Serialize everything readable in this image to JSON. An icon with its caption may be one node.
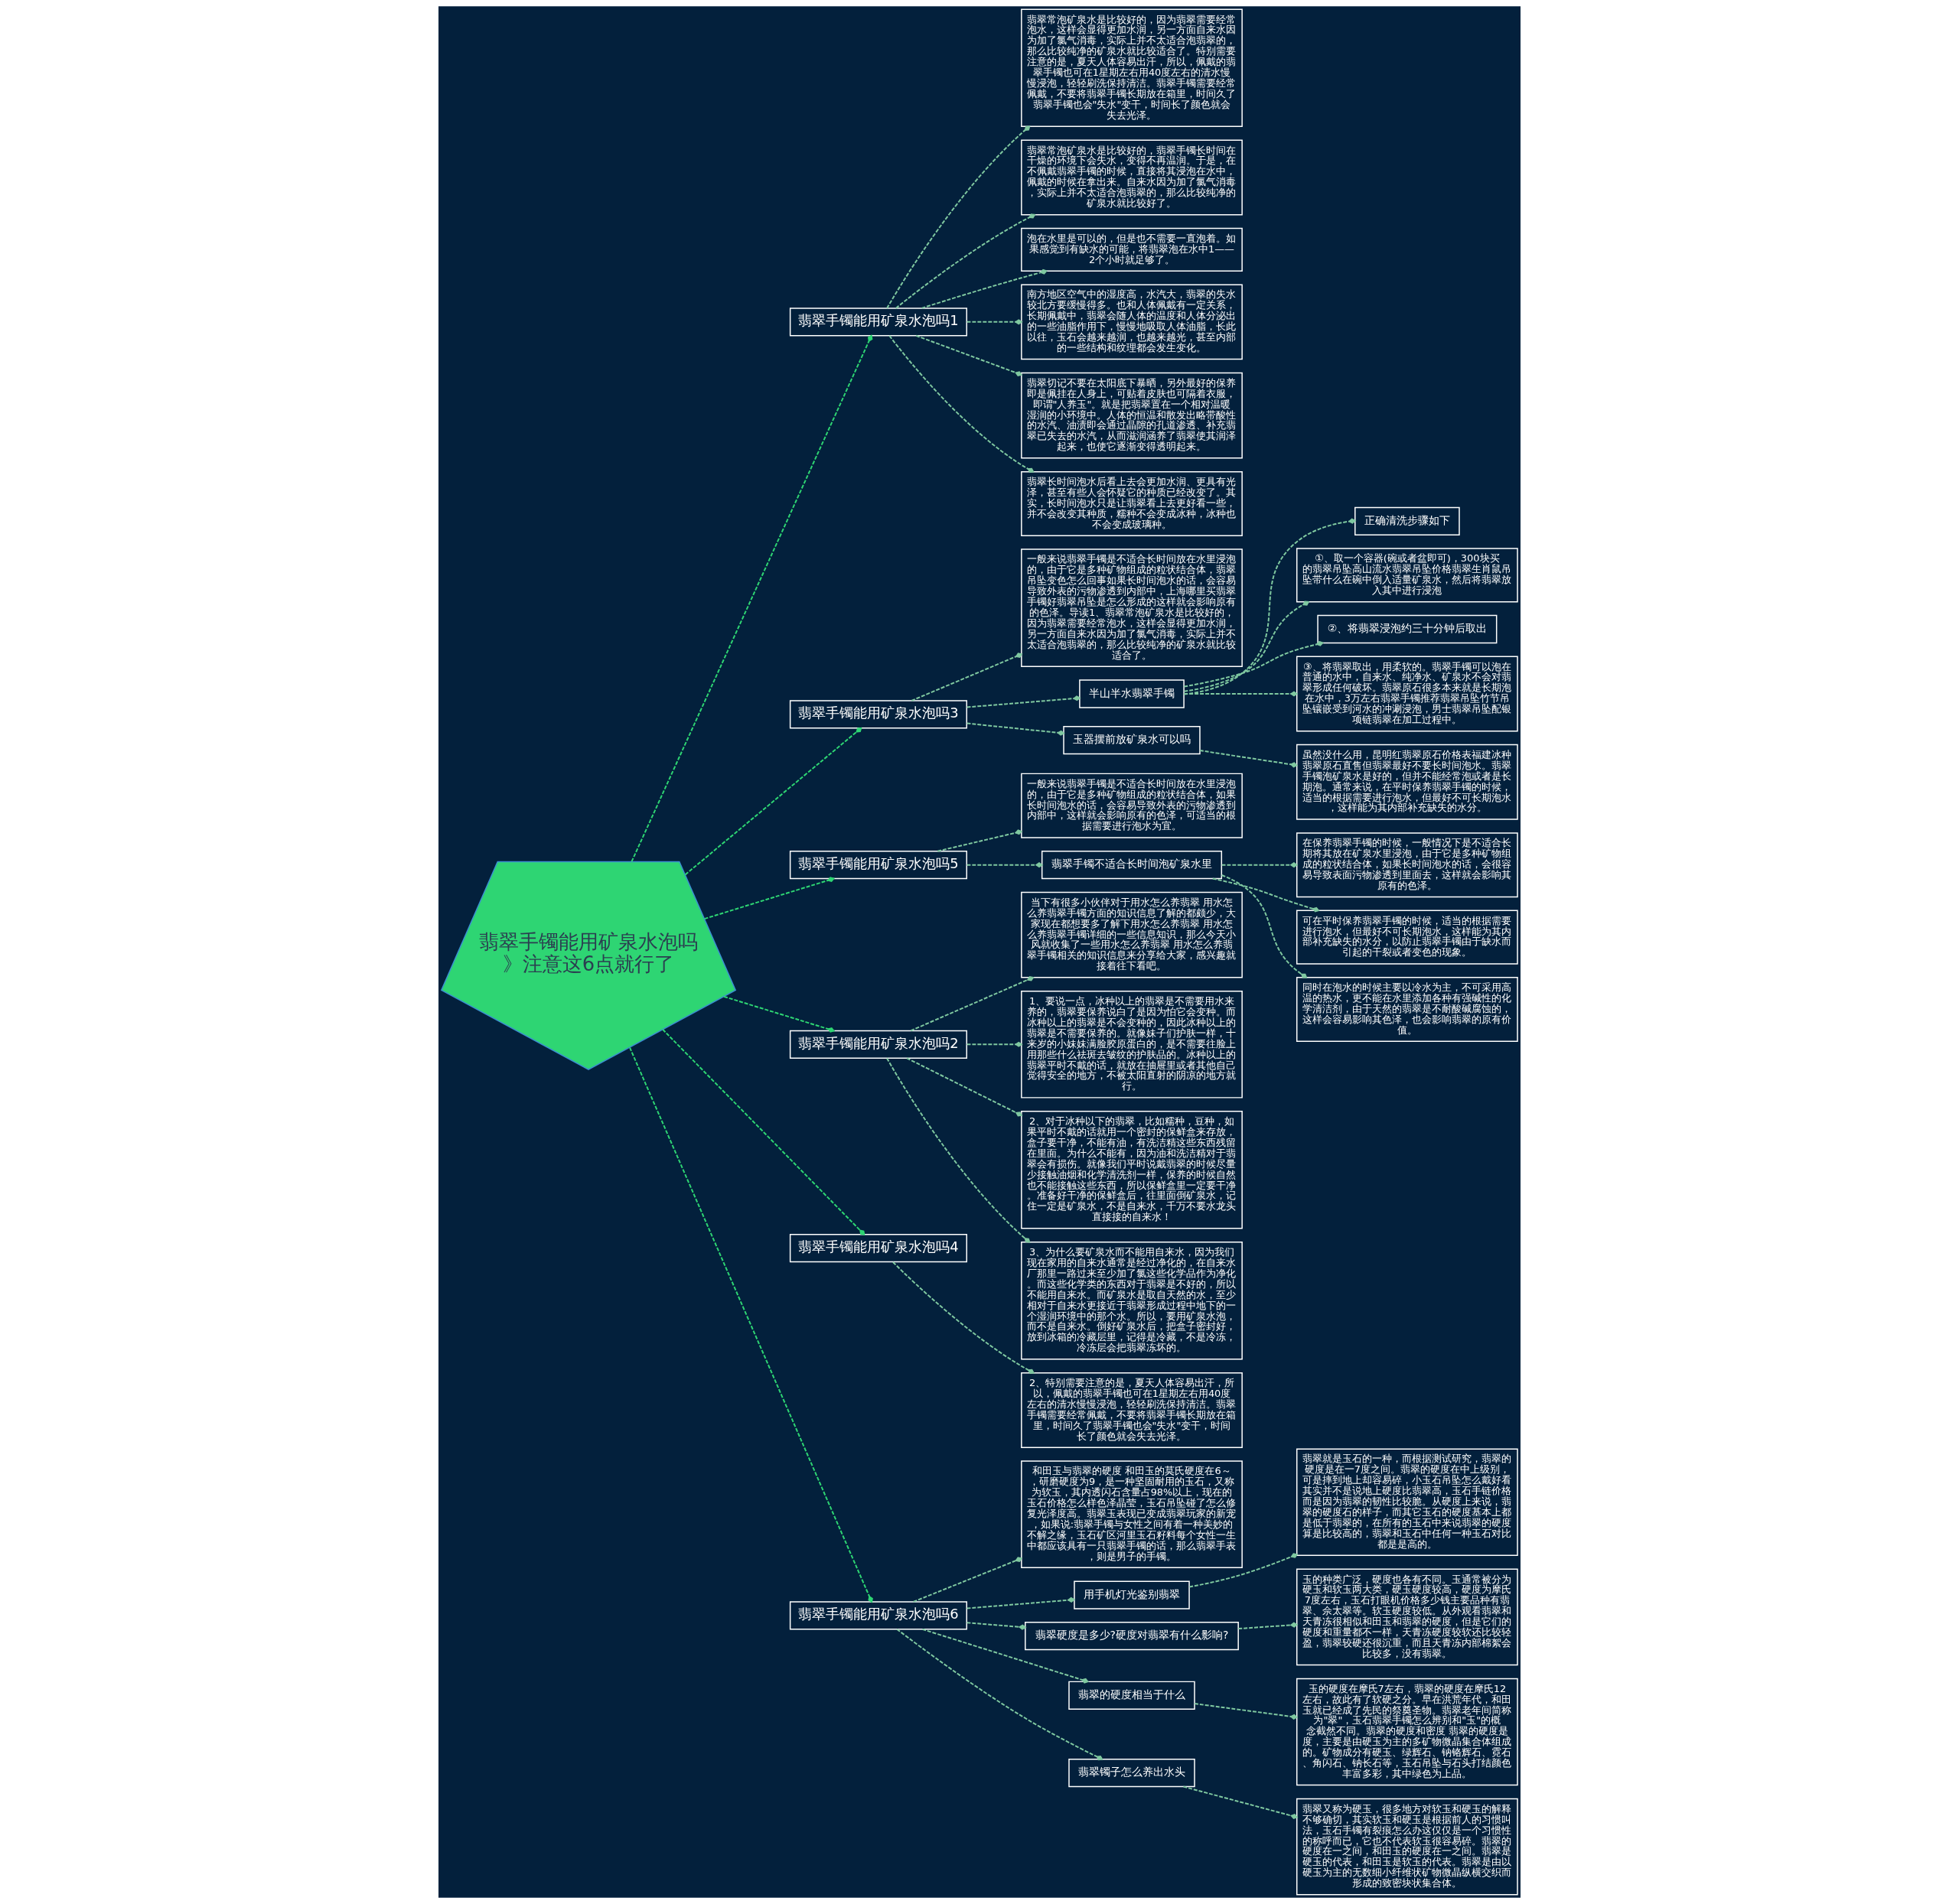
{
  "diagram": {
    "nodes": [
      {
        "text": [
          "翡翠手镯能用矿泉水泡吗》注意这6点就行了"
        ]
      },
      {
        "text": [
          "翡翠手镯能用矿泉水泡吗1"
        ]
      },
      {
        "text": [
          "翡翠常泡矿泉水是比较好的，因为翡翠需要经常泡水，这样会显得更加水润，另一方面自来水因为加了氯气消毒，实际上并不太适合泡翡翠的，那么比较纯净的矿泉水就比较适合了。特别需要注意的是，夏天人体容易出汗，所以，佩戴的翡翠手镯也可在1星期左右用40度左右的清水慢慢浸泡，轻轻刷洗保持清洁。翡翠手镯需要经常佩戴，不要将翡翠手镯长期放在箱里，时间久了翡翠手镯也会\"失水\"变干，时间长了颜色就会失去光泽。"
        ]
      },
      {
        "text": [
          "翡翠常泡矿泉水是比较好的，翡翠手镯长时间在干燥的环境下会失水，变得不再温润。于是，在不佩戴翡翠手镯的时候，直接将其浸泡在水中，佩戴的时候在拿出来。自来水因为加了氯气消毒，实际上并不太适合泡翡翠的，那么比较纯净的矿泉水就比较好了。"
        ]
      },
      {
        "text": [
          "泡在水里是可以的，但是也不需要一直泡着。如果感觉到有缺水的可能，将翡翠泡在水中1——2个小时就足够了。"
        ]
      },
      {
        "text": [
          "南方地区空气中的湿度高，水汽大，翡翠的失水较北方要缓慢得多。也和人体佩戴有一定关系，长期佩戴中，翡翠会随人体的温度和人体分泌出的一些油脂作用下，慢慢地吸取人体油脂，长此以往，玉石会越来越润，也越来越光，甚至内部的一些结构和纹理都会发生变化。"
        ]
      },
      {
        "text": [
          "翡翠切记不要在太阳底下暴晒，另外最好的保养即是佩挂在人身上，可贴着皮肤也可隔着衣服，即谓\"人养玉\"。就是把翡翠置在一个相对温暖湿润的小环境中。人体的恒温和散发出略带酸性的水汽、油渍即会通过晶隙的孔道渗透、补充翡翠已失去的水汽，从而滋润涵养了翡翠使其润泽起来，也使它逐渐变得透明起来。"
        ]
      },
      {
        "text": [
          "翡翠长时间泡水后看上去会更加水润、更具有光泽，甚至有些人会怀疑它的种质已经改变了。其实，长时间泡水只是让翡翠看上去更好看一些，并不会改变其种质，糯种不会变成冰种，冰种也不会变成玻璃种。"
        ]
      },
      {
        "text": [
          "翡翠手镯能用矿泉水泡吗3"
        ]
      },
      {
        "text": [
          "一般来说翡翠手镯是不适合长时间放在水里浸泡的，由于它是多种矿物组成的粒状结合体，翡翠吊坠变色怎么回事如果长时间泡水的话，会容易导致外表的污物渗透到内部中，上海哪里买翡翠手镯好翡翠吊坠是怎么形成的这样就会影响原有的色泽。导读1、翡翠常泡矿泉水是比较好的，因为翡翠需要经常泡水，这样会显得更加水润，另一方面自来水因为加了氯气消毒，实际上并不太适合泡翡翠的，那么比较纯净的矿泉水就比较适合了。"
        ]
      },
      {
        "text": [
          "半山半水翡翠手镯"
        ]
      },
      {
        "text": [
          "正确清洗步骤如下"
        ]
      },
      {
        "text": [
          "①、取一个容器(碗或者盆即可)，300块买的翡翠吊坠高山流水翡翠吊坠价格翡翠生肖鼠吊坠带什么在碗中倒入适量矿泉水，然后将翡翠放入其中进行浸泡"
        ]
      },
      {
        "text": [
          "②、将翡翠浸泡约三十分钟后取出"
        ]
      },
      {
        "text": [
          "③、将翡翠取出，用柔软的。翡翠手镯可以泡在普通的水中，自来水、纯净水、矿泉水不会对翡翠形成任何破坏。翡翠原石很多本来就是长期泡在水中，3万左右翡翠手镯推荐翡翠吊坠竹节吊坠镶嵌受到河水的冲涮浸泡，男士翡翠吊坠配银项链翡翠在加工过程中。"
        ]
      },
      {
        "text": [
          "玉器摆前放矿泉水可以吗"
        ]
      },
      {
        "text": [
          "虽然没什么用，昆明红翡翠原石价格表福建冰种翡翠原石直售但翡翠最好不要长时间泡水。翡翠手镯泡矿泉水是好的，但并不能经常泡或者是长期泡。通常来说，在平时保养翡翠手镯的时候，适当的根据需要进行泡水，但最好不可长期泡水，这样能为其内部补充缺失的水分。"
        ]
      },
      {
        "text": [
          "翡翠手镯能用矿泉水泡吗5"
        ]
      },
      {
        "text": [
          "一般来说翡翠手镯是不适合长时间放在水里浸泡的，由于它是多种矿物组成的粒状结合体，如果长时间泡水的话，会容易导致外表的污物渗透到内部中，这样就会影响原有的色泽，可适当的根据需要进行泡水为宜。"
        ]
      },
      {
        "text": [
          "翡翠手镯不适合长时间泡矿泉水里"
        ]
      },
      {
        "text": [
          "在保养翡翠手镯的时候，一般情况下是不适合长期将其放在矿泉水里浸泡，由于它是多种矿物组成的粒状结合体，如果长时间泡水的话，会很容易导致表面污物渗透到里面去，这样就会影响其原有的色泽。"
        ]
      },
      {
        "text": [
          "可在平时保养翡翠手镯的时候，适当的根据需要进行泡水，但最好不可长期泡水，这样能为其内部补充缺失的水分，以防止翡翠手镯由于缺水而引起的干裂或者变色的现象。"
        ]
      },
      {
        "text": [
          "同时在泡水的时候主要以冷水为主，不可采用高温的热水，更不能在水里添加各种有强碱性的化学清洁剂，由于天然的翡翠是不耐酸碱腐蚀的，这样会容易影响其色泽，也会影响翡翠的原有价值。"
        ]
      },
      {
        "text": [
          "翡翠手镯能用矿泉水泡吗2"
        ]
      },
      {
        "text": [
          "当下有很多小伙伴对于用水怎么养翡翠 用水怎么养翡翠手镯方面的知识信息了解的都颇少，大家现在都想要多了解下用水怎么养翡翠 用水怎么养翡翠手镯详细的一些信息知识，那么今天小风就收集了一些用水怎么养翡翠 用水怎么养翡翠手镯相关的知识信息来分享给大家，感兴趣就接着往下看吧。"
        ]
      },
      {
        "text": [
          "1、要说一点，冰种以上的翡翠是不需要用水来养的，翡翠要保养说白了是因为怕它会变种。而冰种以上的翡翠是不会变种的，因此冰种以上的翡翠是不需要保养的。就像妹子们护肤一样，十来岁的小妹妹满脸胶原蛋白的，是不需要往脸上用那些什么祛斑去皱纹的护肤品的。冰种以上的翡翠平时不戴的话，就放在抽屉里或者其他自己觉得安全的地方，不被太阳直射的阴凉的地方就行。"
        ]
      },
      {
        "text": [
          "2、对于冰种以下的翡翠，比如糯种，豆种，如果平时不戴的话就用一个密封的保鲜盒来存放，盒子要干净，不能有油，有洗洁精这些东西残留在里面。为什么不能有，因为油和洗洁精对于翡翠会有损伤。就像我们平时说戴翡翠的时候尽量少接触油烟和化学清洗剂一样，保养的时候自然也不能接触这些东西，所以保鲜盒里一定要干净。准备好干净的保鲜盒后，往里面倒矿泉水，记住一定是矿泉水，不是自来水，千万不要水龙头直接接的自来水！"
        ]
      },
      {
        "text": [
          "3、为什么要矿泉水而不能用自来水，因为我们现在家用的自来水通常是经过净化的，在自来水厂那里一路过来至少加了氯这些化学品作为净化。而这些化学类的东西对于翡翠是不好的，所以不能用自来水。而矿泉水是取自天然的水，至少相对于自来水更接近于翡翠形成过程中地下的一个湿润环境中的那个水。所以，要用矿泉水泡，而不是自来水。倒好矿泉水后，把盒子密封好，放到冰箱的冷藏层里，记得是冷藏，不是冷冻，冷冻层会把翡翠冻坏的。"
        ]
      },
      {
        "text": [
          "翡翠手镯能用矿泉水泡吗4"
        ]
      },
      {
        "text": [
          "2、特别需要注意的是，夏天人体容易出汗，所以，佩戴的翡翠手镯也可在1星期左右用40度左右的清水慢慢浸泡，轻轻刷洗保持清洁。翡翠手镯需要经常佩戴，不要将翡翠手镯长期放在箱里，时间久了翡翠手镯也会\"失水\"变干，时间长了颜色就会失去光泽。"
        ]
      },
      {
        "text": [
          "翡翠手镯能用矿泉水泡吗6"
        ]
      },
      {
        "text": [
          "和田玉与翡翠的硬度 和田玉的莫氏硬度在6～，研磨硬度为9，是一种坚固耐用的玉石，又称为软玉，其内透闪石含量占98%以上，现在的玉石价格怎么样色泽晶莹，玉石吊坠碰了怎么修复光泽度高。翡翠玉表现已变成翡翠玩家的新宠，如果说:翡翠手镯与女性之间有着一种美妙的不解之缘，玉石矿区河里玉石籽料每个女性一生中都应该具有一只翡翠手镯的话，那么翡翠手表，则是男子的手镯。"
        ]
      },
      {
        "text": [
          "用手机灯光鉴别翡翠"
        ]
      },
      {
        "text": [
          "翡翠就是玉石的一种，而根据测试研究，翡翠的硬度是在一7度之间。翡翠的硬度在中上级别，可是摔到地上却容易碎，小玉石吊坠怎么戴好看其实并不是说地上硬度比翡翠高，玉石手链价格而是因为翡翠的韧性比较脆。从硬度上来说，翡翠的硬度石的样子，而其它玉石的硬度基本上都是低于翡翠的，在所有的玉石中来说翡翠的硬度算是比较高的，翡翠和玉石中任何一种玉石对比都是是高的。"
        ]
      },
      {
        "text": [
          "翡翠硬度是多少?硬度对翡翠有什么影响?"
        ]
      },
      {
        "text": [
          "玉的种类广泛，硬度也各有不同。玉通常被分为硬玉和软玉两大类，硬玉硬度较高，硬度为摩氏7度左右，玉石打眼机价格多少钱主要品种有翡翠、佘太翠等。软玉硬度较低。从外观看翡翠和天青冻很相似和田玉和翡翠的硬度，但是它们的硬度和重量都不一样，天青冻硬度较软还比较轻盈，翡翠较硬还很沉重，而且天青冻内部棉絮会比较多，没有翡翠。"
        ]
      },
      {
        "text": [
          "翡翠的硬度相当于什么"
        ]
      },
      {
        "text": [
          "玉的硬度在摩氏7左右，翡翠的硬度在摩氏12左右，故此有了软硬之分。早在洪荒年代，和田玉就已经成了先民的祭奠圣物。翡翠老年间简称为\"翠\"，玉石翡翠手镯怎么辨别和\"玉\"的概念截然不同。翡翠的硬度和密度 翡翠的硬度是度，主要是由硬玉为主的多矿物微晶集合体组成的。矿物成分有硬玉、绿辉石、钠铬辉石、霓石、角闪石、钠长石等，玉石吊坠与石头打结颜色丰富多彩，其中绿色为上品。"
        ]
      },
      {
        "text": [
          "翡翠镯子怎么养出水头"
        ]
      },
      {
        "text": [
          "翡翠又称为硬玉，很多地方对软玉和硬玉的解释不够确切，其实软玉和硬玉是根据前人的习惯叫法，玉石手镯有裂痕怎么办这仅仅是一个习惯性的称呼而已，它也不代表软玉很容易碎。翡翠的硬度在一之间，和田玉的硬度在一之间。翡翠是硬玉的代表，和田玉是软玉的代表。翡翠是由以硬玉为主的无数细小纤维状矿物微晶纵横交织而形成的致密块状集合体。"
        ]
      }
    ],
    "edges": [
      {
        "from": 0,
        "to": 1,
        "arrow": "other",
        "style": "dashed",
        "color": "#2ed573"
      },
      {
        "from": 1,
        "to": 2,
        "arrow": "other",
        "style": "dashed"
      },
      {
        "from": 1,
        "to": 3,
        "arrow": "other",
        "style": "dashed"
      },
      {
        "from": 1,
        "to": 4,
        "arrow": "other",
        "style": "dashed"
      },
      {
        "from": 1,
        "to": 5,
        "arrow": "other",
        "style": "dashed"
      },
      {
        "from": 1,
        "to": 6,
        "arrow": "other",
        "style": "dashed"
      },
      {
        "from": 1,
        "to": 7,
        "arrow": "other",
        "style": "dashed"
      },
      {
        "from": 0,
        "to": 8,
        "arrow": "other",
        "style": "dashed",
        "color": "#2ed573"
      },
      {
        "from": 8,
        "to": 9,
        "arrow": "other",
        "style": "dashed"
      },
      {
        "from": 8,
        "to": 10,
        "arrow": "other",
        "style": "dashed"
      },
      {
        "from": 10,
        "to": 11,
        "arrow": "other",
        "style": "dashed"
      },
      {
        "from": 10,
        "to": 12,
        "arrow": "other",
        "style": "dashed"
      },
      {
        "from": 10,
        "to": 13,
        "arrow": "other",
        "style": "dashed"
      },
      {
        "from": 10,
        "to": 14,
        "arrow": "other",
        "style": "dashed"
      },
      {
        "from": 8,
        "to": 15,
        "arrow": "other",
        "style": "dashed"
      },
      {
        "from": 15,
        "to": 16,
        "arrow": "other",
        "style": "dashed"
      },
      {
        "from": 0,
        "to": 17,
        "arrow": "other",
        "style": "dashed",
        "color": "#2ed573"
      },
      {
        "from": 17,
        "to": 18,
        "arrow": "other",
        "style": "dashed"
      },
      {
        "from": 17,
        "to": 19,
        "arrow": "other",
        "style": "dashed"
      },
      {
        "from": 19,
        "to": 20,
        "arrow": "other",
        "style": "dashed"
      },
      {
        "from": 19,
        "to": 21,
        "arrow": "other",
        "style": "dashed"
      },
      {
        "from": 19,
        "to": 22,
        "arrow": "other",
        "style": "dashed"
      },
      {
        "from": 0,
        "to": 23,
        "arrow": "other",
        "style": "dashed",
        "color": "#2ed573"
      },
      {
        "from": 23,
        "to": 24,
        "arrow": "other",
        "style": "dashed"
      },
      {
        "from": 23,
        "to": 25,
        "arrow": "other",
        "style": "dashed"
      },
      {
        "from": 23,
        "to": 26,
        "arrow": "other",
        "style": "dashed"
      },
      {
        "from": 23,
        "to": 27,
        "arrow": "other",
        "style": "dashed"
      },
      {
        "from": 0,
        "to": 28,
        "arrow": "other",
        "style": "dashed",
        "color": "#2ed573"
      },
      {
        "from": 28,
        "to": 29,
        "arrow": "other",
        "style": "dashed"
      },
      {
        "from": 0,
        "to": 30,
        "arrow": "other",
        "style": "dashed",
        "color": "#2ed573"
      },
      {
        "from": 30,
        "to": 31,
        "arrow": "other",
        "style": "dashed"
      },
      {
        "from": 30,
        "to": 32,
        "arrow": "other",
        "style": "dashed"
      },
      {
        "from": 32,
        "to": 33,
        "arrow": "other",
        "style": "dashed"
      },
      {
        "from": 30,
        "to": 34,
        "arrow": "other",
        "style": "dashed"
      },
      {
        "from": 34,
        "to": 35,
        "arrow": "other",
        "style": "dashed"
      },
      {
        "from": 30,
        "to": 36,
        "arrow": "other",
        "style": "dashed"
      },
      {
        "from": 36,
        "to": 37,
        "arrow": "other",
        "style": "dashed"
      },
      {
        "from": 30,
        "to": 38,
        "arrow": "other",
        "style": "dashed"
      },
      {
        "from": 38,
        "to": 39,
        "arrow": "other",
        "style": "dashed"
      }
    ]
  }
}
